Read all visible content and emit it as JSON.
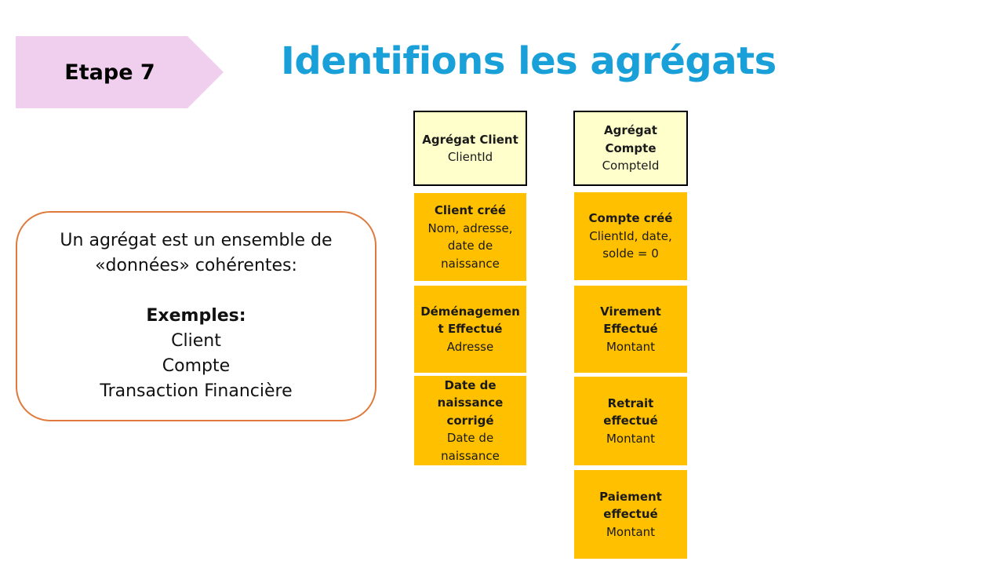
{
  "step": {
    "label": "Etape 7",
    "color": "#f0cfee"
  },
  "title": "Identifions les agrégats",
  "info": {
    "line1": "Un agrégat est un ensemble de",
    "line2": "«données» cohérentes:",
    "examples_heading": "Exemples:",
    "examples": [
      "Client",
      "Compte",
      "Transaction Financière"
    ]
  },
  "aggregates": {
    "client": {
      "header": {
        "title": "Agrégat Client",
        "sub": "ClientId"
      },
      "events": [
        {
          "title": "Client créé",
          "details": "Nom, adresse, date de naissance"
        },
        {
          "title": "Déménagement Effectué",
          "details": "Adresse"
        },
        {
          "title": "Date de naissance corrigé",
          "details": "Date de naissance"
        }
      ]
    },
    "compte": {
      "header": {
        "title": "Agrégat Compte",
        "sub": "CompteId"
      },
      "events": [
        {
          "title": "Compte créé",
          "details": "ClientId, date, solde = 0"
        },
        {
          "title": "Virement Effectué",
          "details": "Montant"
        },
        {
          "title": "Retrait effectué",
          "details": "Montant"
        },
        {
          "title": "Paiement effectué",
          "details": "Montant"
        }
      ]
    }
  },
  "colors": {
    "title": "#1aa0d8",
    "header_fill": "#ffffcc",
    "event_fill": "#ffc000",
    "info_border": "#e07a3c"
  }
}
